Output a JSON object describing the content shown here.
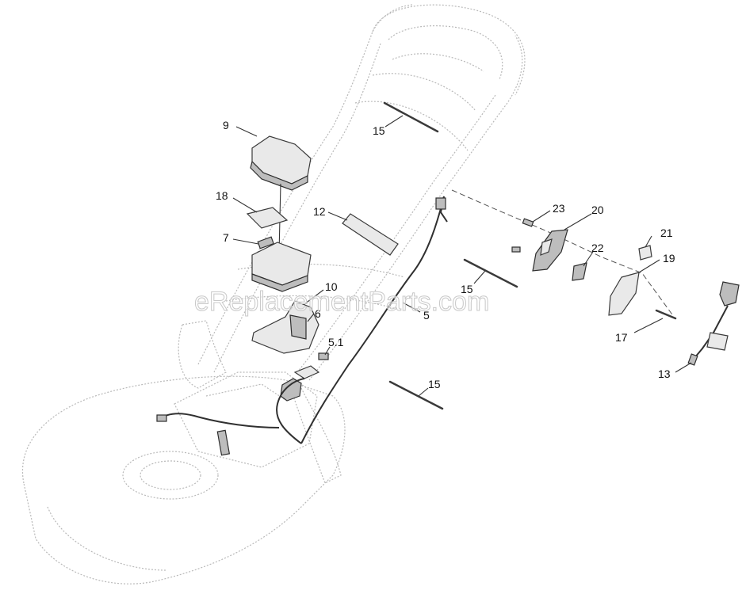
{
  "watermark": "eReplacementParts.com",
  "callouts": [
    {
      "id": "c-15a",
      "label": "15"
    },
    {
      "id": "c-9",
      "label": "9"
    },
    {
      "id": "c-18",
      "label": "18"
    },
    {
      "id": "c-12",
      "label": "12"
    },
    {
      "id": "c-7",
      "label": "7"
    },
    {
      "id": "c-23",
      "label": "23"
    },
    {
      "id": "c-20",
      "label": "20"
    },
    {
      "id": "c-21",
      "label": "21"
    },
    {
      "id": "c-22",
      "label": "22"
    },
    {
      "id": "c-19",
      "label": "19"
    },
    {
      "id": "c-15b",
      "label": "15"
    },
    {
      "id": "c-10",
      "label": "10"
    },
    {
      "id": "c-6",
      "label": "6"
    },
    {
      "id": "c-5",
      "label": "5"
    },
    {
      "id": "c-17",
      "label": "17"
    },
    {
      "id": "c-51",
      "label": "5.1"
    },
    {
      "id": "c-13",
      "label": "13"
    },
    {
      "id": "c-15c",
      "label": "15"
    }
  ]
}
